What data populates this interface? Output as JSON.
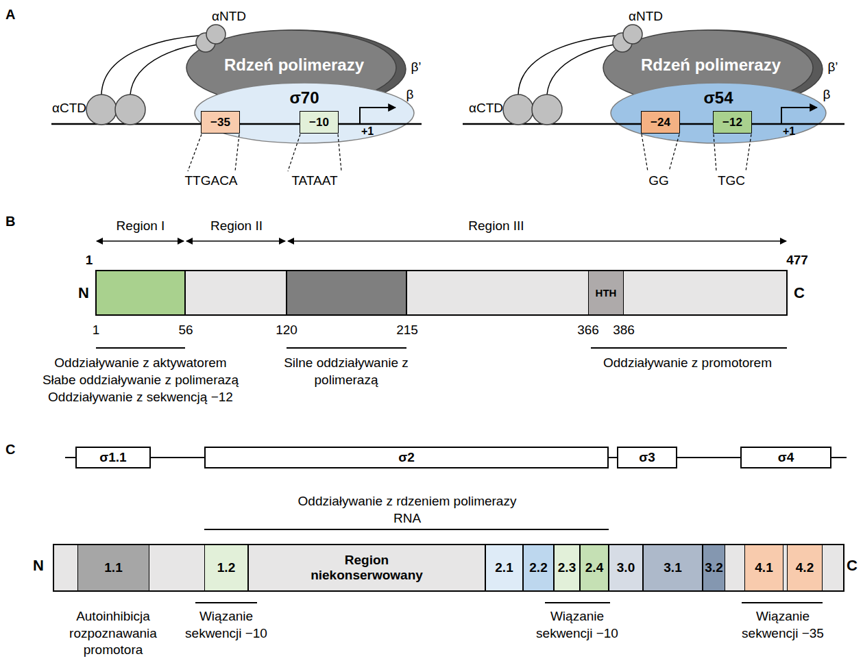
{
  "diagram": {
    "nodes": [
      {
        "text": [
          "Rdzeń polimerazy"
        ]
      },
      {
        "text": [
          "σ70"
        ]
      },
      {
        "text": [
          "−35"
        ]
      },
      {
        "text": [
          "−10"
        ]
      },
      {
        "text": [
          "Rdzeń polimerazy"
        ]
      },
      {
        "text": [
          "σ54"
        ]
      },
      {
        "text": [
          "−24"
        ]
      },
      {
        "text": [
          "−12"
        ]
      },
      {
        "text": [
          "HTH"
        ]
      },
      {
        "text": [
          "σ1.1"
        ]
      },
      {
        "text": [
          "σ2"
        ]
      },
      {
        "text": [
          "σ3"
        ]
      },
      {
        "text": [
          "σ4"
        ]
      },
      {
        "text": [
          "1.1"
        ]
      },
      {
        "text": [
          "1.2"
        ]
      },
      {
        "text": [
          "Region niekonserwowany"
        ]
      },
      {
        "text": [
          "2.1"
        ]
      },
      {
        "text": [
          "2.2"
        ]
      },
      {
        "text": [
          "2.3"
        ]
      },
      {
        "text": [
          "2.4"
        ]
      },
      {
        "text": [
          "3.0"
        ]
      },
      {
        "text": [
          "3.1"
        ]
      },
      {
        "text": [
          "3.2"
        ]
      },
      {
        "text": [
          "4.1"
        ]
      },
      {
        "text": [
          "4.2"
        ]
      }
    ],
    "labels": [
      "A",
      "αNTD",
      "β’",
      "β",
      "αCTD",
      "+1",
      "TTGACA",
      "TATAAT",
      "αNTD",
      "β’",
      "β",
      "αCTD",
      "+1",
      "GG",
      "TGC",
      "B",
      "Region I",
      "Region II",
      "Region III",
      "1",
      "477",
      "N",
      "C",
      "1",
      "56",
      "120",
      "215",
      "366",
      "386",
      "Oddziaływanie z aktywatorem",
      "Słabe oddziaływanie z polimerazą",
      "Oddziaływanie z sekwencją −12",
      "Silne oddziaływanie z polimerazą",
      "Oddziaływanie z promotorem",
      "C",
      "Oddziaływanie z rdzeniem polimerazy RNA",
      "N",
      "C",
      "Autoinhibicja rozpoznawania promotora",
      "Wiązanie sekwencji −10",
      "Wiązanie sekwencji −10",
      "Wiązanie sekwencji −35"
    ]
  }
}
